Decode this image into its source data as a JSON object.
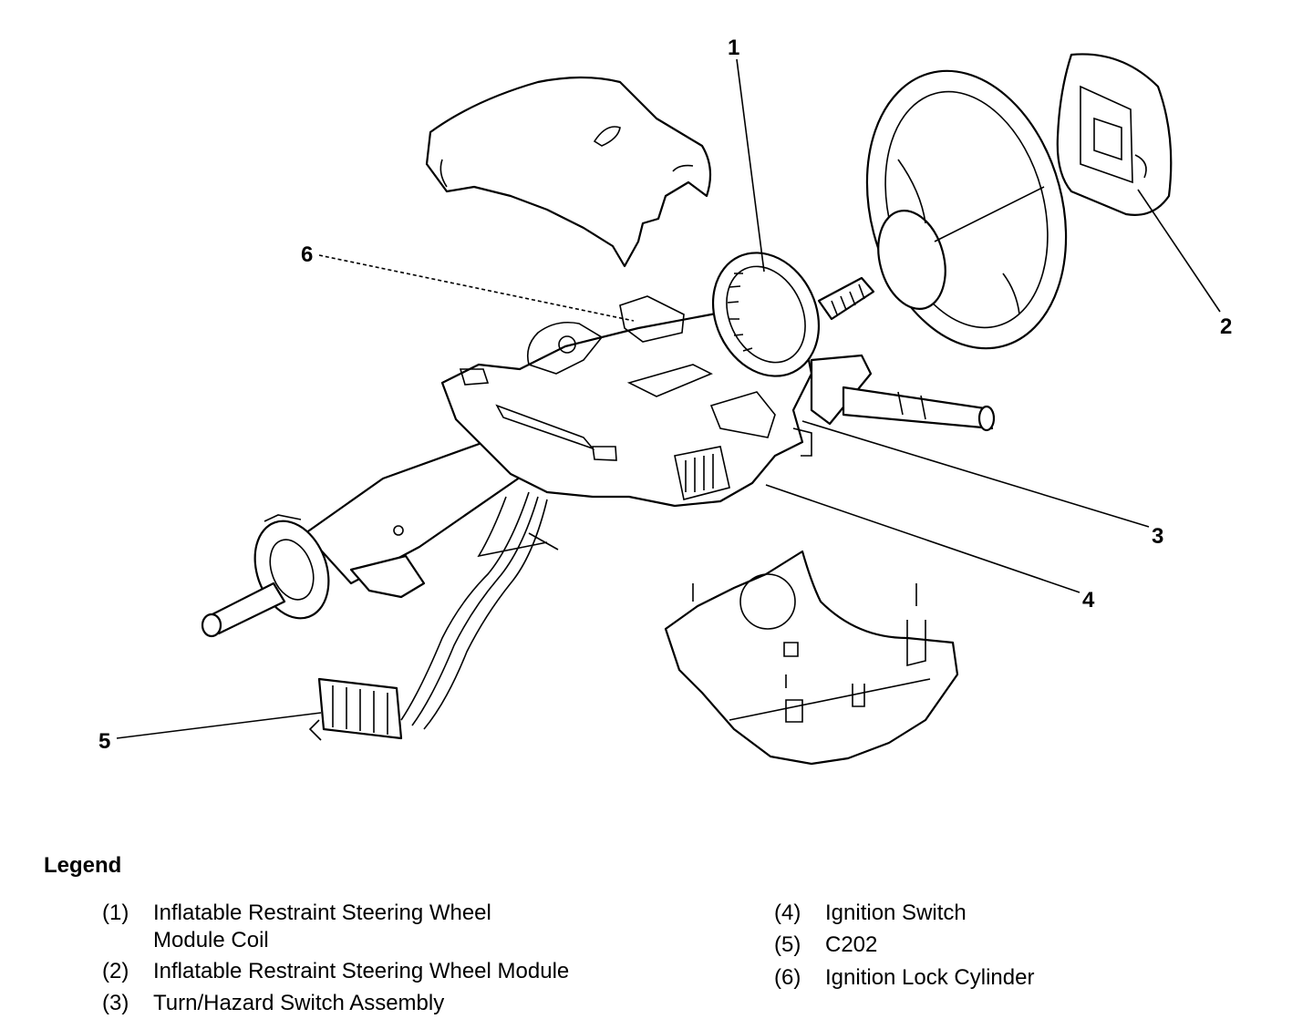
{
  "callouts": [
    "1",
    "2",
    "3",
    "4",
    "5",
    "6"
  ],
  "legend": {
    "title": "Legend",
    "items": [
      {
        "num": "(1)",
        "text": "Inflatable Restraint Steering Wheel\nModule Coil"
      },
      {
        "num": "(2)",
        "text": "Inflatable Restraint Steering Wheel Module"
      },
      {
        "num": "(3)",
        "text": "Turn/Hazard Switch Assembly"
      },
      {
        "num": "(4)",
        "text": "Ignition Switch"
      },
      {
        "num": "(5)",
        "text": "C202"
      },
      {
        "num": "(6)",
        "text": "Ignition Lock Cylinder"
      }
    ]
  }
}
